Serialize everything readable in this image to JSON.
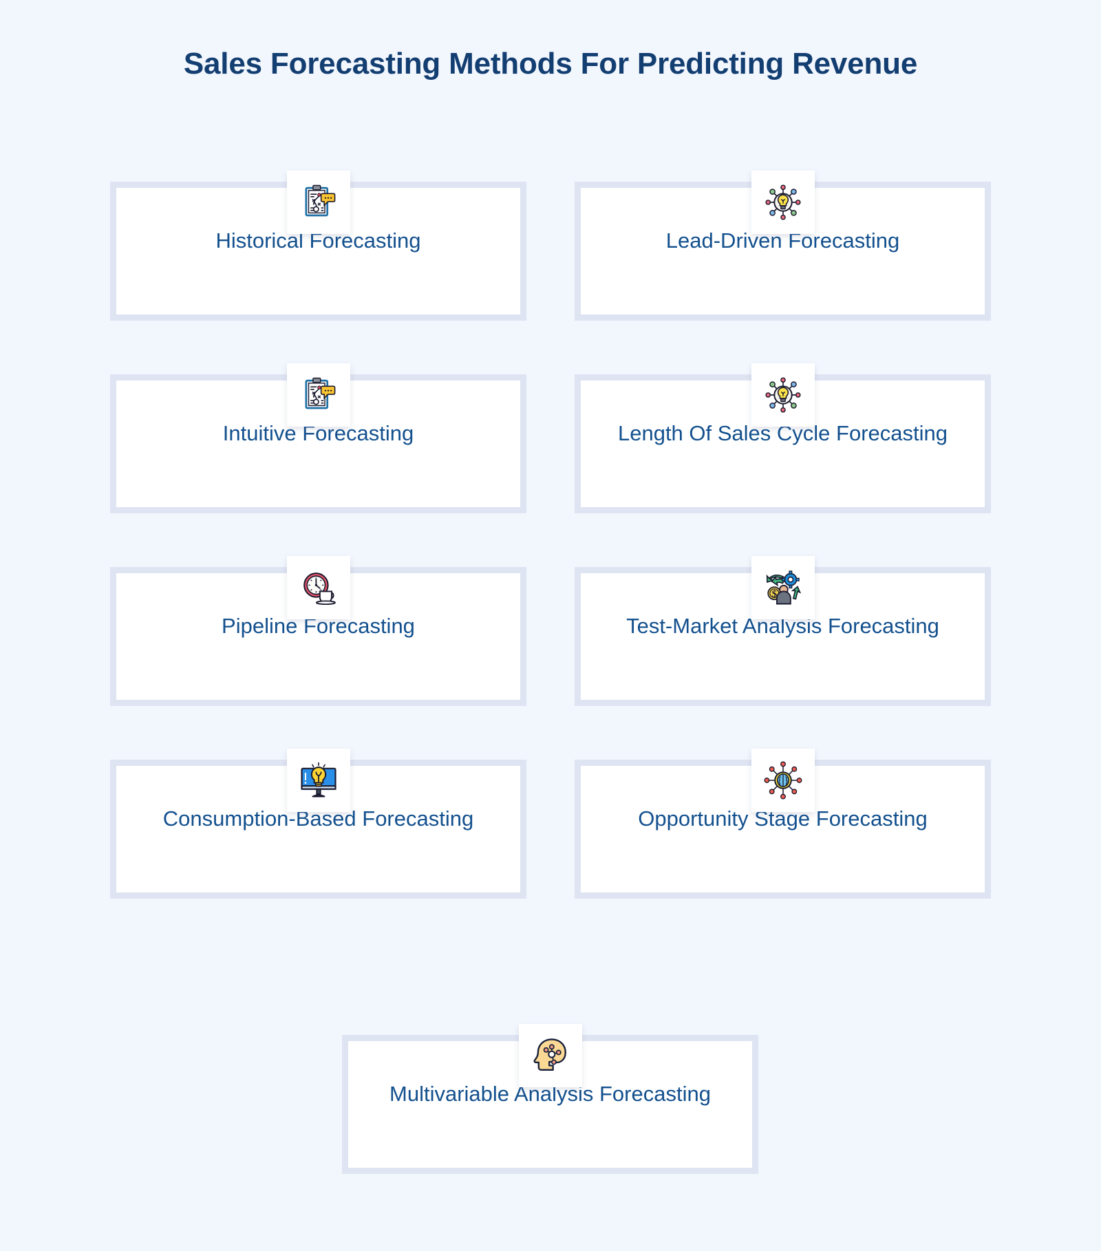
{
  "title": "Sales Forecasting Methods For Predicting Revenue",
  "colors": {
    "background": "#f2f6fd",
    "title_text": "#133e71",
    "card_label_text": "#13508e",
    "card_frame": "#dfe4f3",
    "card_inner": "#ffffff",
    "icon_tile": "#ffffff"
  },
  "cards": [
    {
      "label": "Historical Forecasting",
      "icon": "clipboard-strategy-icon"
    },
    {
      "label": "Lead-Driven Forecasting",
      "icon": "lightbulb-network-icon"
    },
    {
      "label": "Intuitive Forecasting",
      "icon": "clipboard-strategy-icon"
    },
    {
      "label": "Length Of Sales Cycle Forecasting",
      "icon": "lightbulb-network-icon"
    },
    {
      "label": "Pipeline Forecasting",
      "icon": "clock-coffee-cup-icon"
    },
    {
      "label": "Test-Market Analysis Forecasting",
      "icon": "person-coin-gear-icon"
    },
    {
      "label": "Consumption-Based Forecasting",
      "icon": "monitor-lightbulb-icon"
    },
    {
      "label": "Opportunity Stage Forecasting",
      "icon": "brain-network-icon"
    },
    {
      "label": "Multivariable Analysis Forecasting",
      "icon": "head-network-icon"
    }
  ]
}
